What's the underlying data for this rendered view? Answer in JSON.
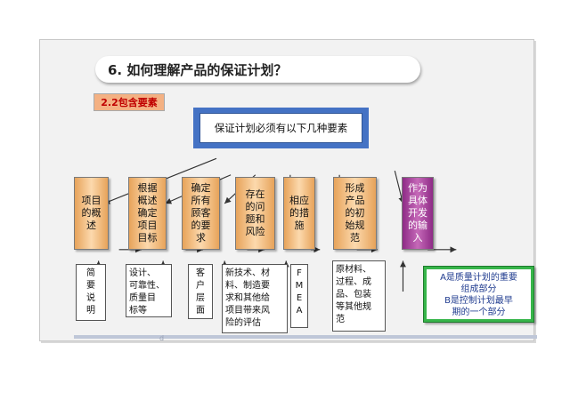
{
  "title": "6. 如何理解产品的保证计划？",
  "section_tag": "2.2包含要素",
  "header": "保证计划必须有以下几种要素",
  "steps": [
    {
      "label": "项目\n的概\n述"
    },
    {
      "label": "根据\n概述\n确定\n项目\n目标"
    },
    {
      "label": "确定\n所有\n顾客\n的要\n求"
    },
    {
      "label": "存在\n的问\n题和\n风险"
    },
    {
      "label": "相应\n的措\n施"
    },
    {
      "label": "形成\n产品\n的初\n始规\n范"
    },
    {
      "label": "作为\n具体\n开发\n的输\n入"
    }
  ],
  "notes": [
    "简\n要\n说\n明",
    "设计、\n可靠性、\n质量目\n标等",
    "客\n户\n层\n面",
    "新技术、材\n料、制造要\n求和其他给\n项目带来风\n险的评估",
    "F\nM\nE\nA",
    "原材料、\n过程、成\n品、包装\n等其他规\n范"
  ],
  "summary": "A是质量计划的重要\n组成部分\nB是控制计划最早\n期的一个部分",
  "footer_mark": "d",
  "colors": {
    "step_fill": "#f8c58f",
    "final_step_fill": "#b04aa5",
    "header_border": "#4472c4",
    "summary_border": "#37b54a",
    "tag_fill": "#f4b183"
  }
}
